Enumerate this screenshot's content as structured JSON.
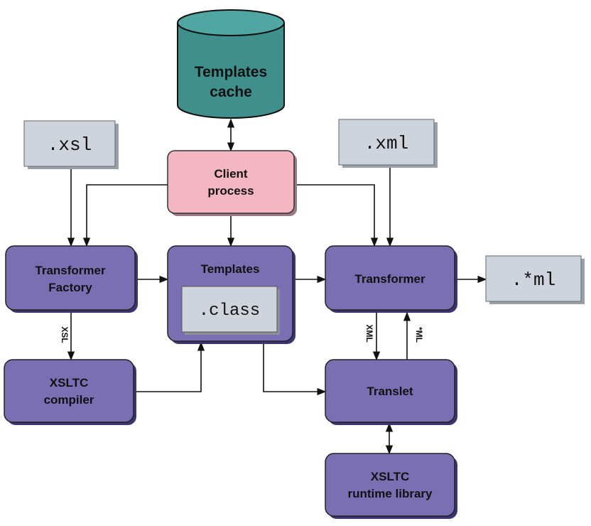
{
  "nodes": {
    "templates_cache": {
      "line1": "Templates",
      "line2": "cache"
    },
    "xsl": {
      "label": ".xsl"
    },
    "xml": {
      "label": ".xml"
    },
    "client_process": {
      "line1": "Client",
      "line2": "process"
    },
    "transformer_factory": {
      "line1": "Transformer",
      "line2": "Factory"
    },
    "templates": {
      "label": "Templates",
      "inner": ".class"
    },
    "transformer": {
      "label": "Transformer"
    },
    "output_ml": {
      "label": ".*ml"
    },
    "xsltc_compiler": {
      "line1": "XSLTC",
      "line2": "compiler"
    },
    "translet": {
      "label": "Translet"
    },
    "xsltc_runtime": {
      "line1": "XSLTC",
      "line2": "runtime library"
    }
  },
  "edge_labels": {
    "xsl": "XSL",
    "xml": "XML",
    "ml": "*ML"
  },
  "colors": {
    "process_fill": "#7b6fb3",
    "process_shadow": "#3a3470",
    "client_fill": "#f3b6c2",
    "file_fill": "#cfd3dc",
    "cache_fill": "#3f8f8c"
  }
}
